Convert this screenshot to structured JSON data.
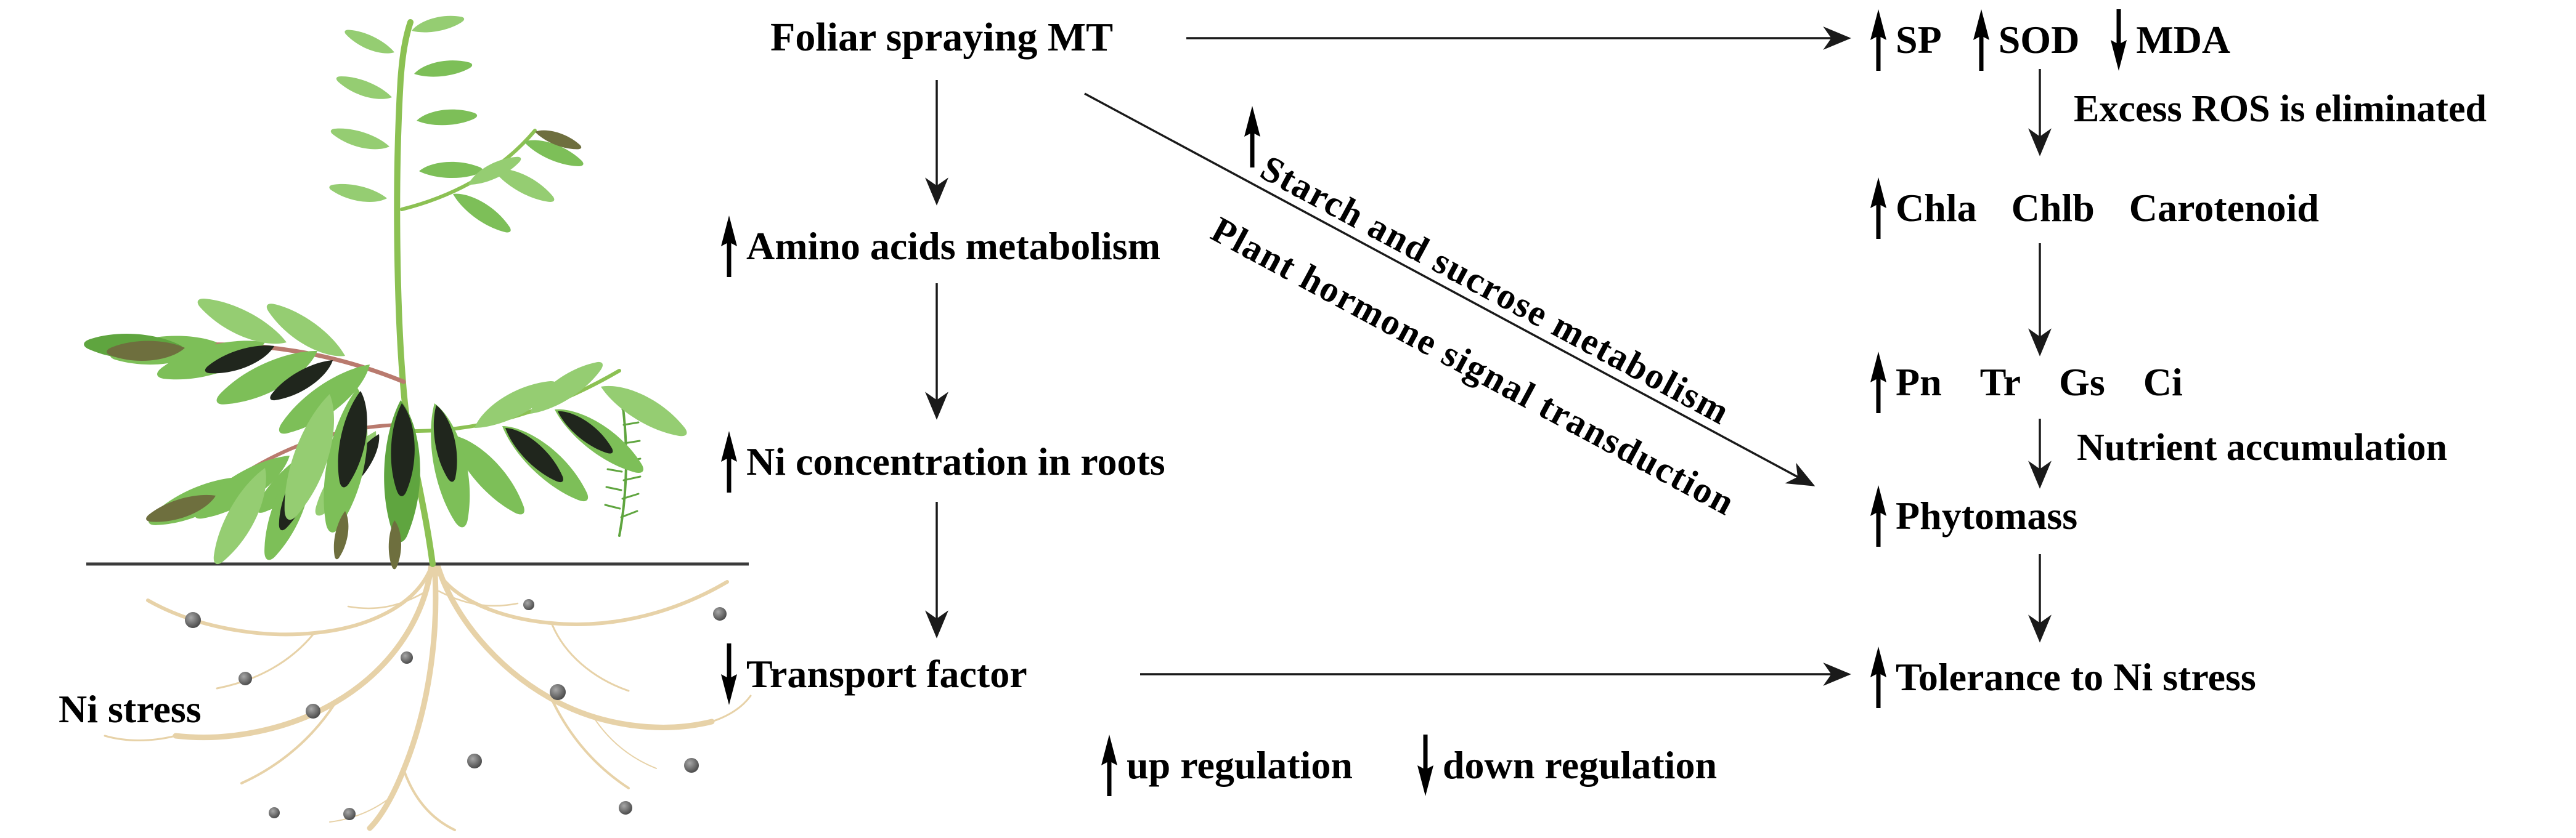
{
  "colors": {
    "up": "#e8112a",
    "down": "#29abe2",
    "ink": "#000000",
    "connector": "#1a1a1a",
    "ground": "#3b3b3b",
    "root": "#e7d2a8",
    "particle": "#5d5d5d",
    "leaf": "#7dbf58",
    "leafLight": "#95cd72",
    "leafDark": "#5fa53f",
    "patch": "#20261d",
    "olive": "#6e6f3e",
    "stem": "#8cc153",
    "petiole": "#b97a6e"
  },
  "plant": {
    "label": "Ni stress"
  },
  "flow": {
    "source": "Foliar spraying MT",
    "amino": "Amino acids metabolism",
    "ni_roots": "Ni concentration in roots",
    "transport": "Transport factor",
    "starch": "Starch and sucrose metabolism",
    "hormone": "Plant hormone signal transduction",
    "sp": "SP",
    "sod": "SOD",
    "mda": "MDA",
    "ros_note": "Excess ROS is eliminated",
    "chla": "Chla",
    "chlb": "Chlb",
    "carotenoid": "Carotenoid",
    "pn": "Pn",
    "tr": "Tr",
    "gs": "Gs",
    "ci": "Ci",
    "nutrient_note": "Nutrient accumulation",
    "phytomass": "Phytomass",
    "tolerance": "Tolerance to Ni stress"
  },
  "legend": {
    "up": "up regulation",
    "down": "down regulation"
  }
}
